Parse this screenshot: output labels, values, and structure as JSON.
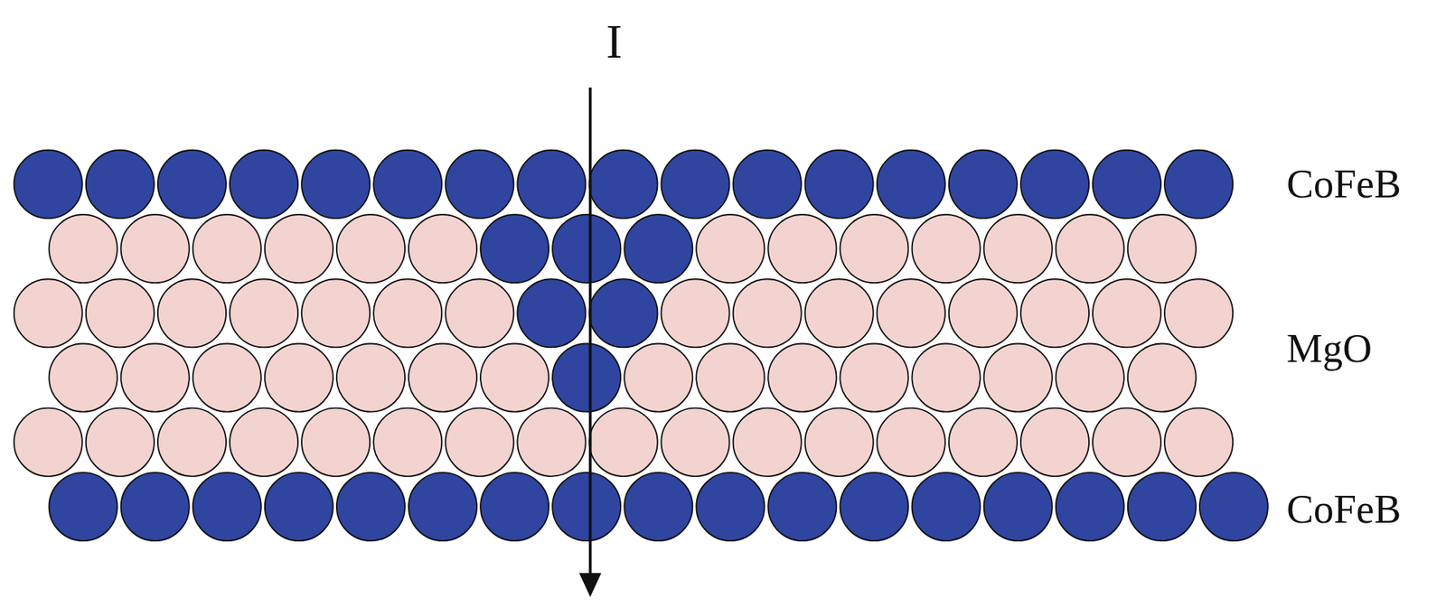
{
  "diagram": {
    "labels": [
      "I",
      "CoFeB",
      "MgO",
      "CoFeB"
    ]
  }
}
